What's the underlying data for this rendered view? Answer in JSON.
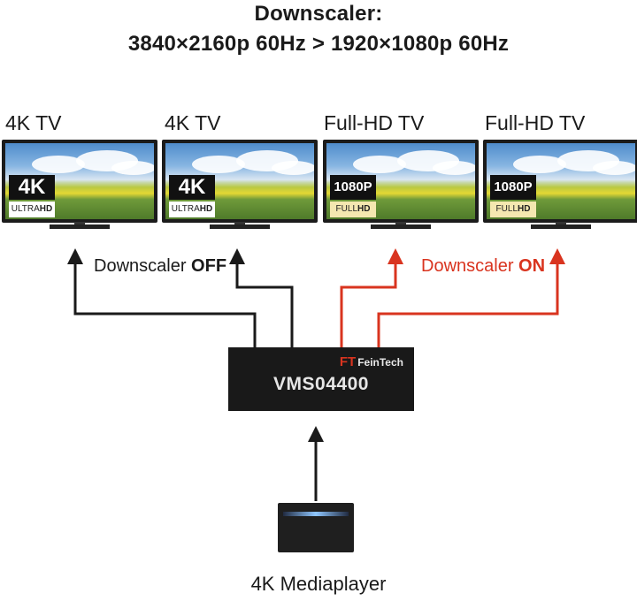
{
  "title": {
    "line1": "Downscaler:",
    "line2": "3840×2160p 60Hz > 1920×1080p 60Hz"
  },
  "tvs": [
    {
      "label": "4K TV",
      "badge_main": "4K",
      "badge_sub": "ULTRAHD",
      "type": "uhd"
    },
    {
      "label": "4K TV",
      "badge_main": "4K",
      "badge_sub": "ULTRAHD",
      "type": "uhd"
    },
    {
      "label": "Full-HD TV",
      "badge_main": "1080P",
      "badge_sub": "FULLHD",
      "type": "fhd"
    },
    {
      "label": "Full-HD TV",
      "badge_main": "1080P",
      "badge_sub": "FULLHD",
      "type": "fhd"
    }
  ],
  "downscaler_off": {
    "prefix": "Downscaler ",
    "state": "OFF"
  },
  "downscaler_on": {
    "prefix": "Downscaler ",
    "state": "ON"
  },
  "device": {
    "brand_mark": "FT",
    "brand": "FeinTech",
    "model": "VMS04400"
  },
  "source": {
    "label": "4K Mediaplayer"
  },
  "colors": {
    "on_arrow": "#d9341f",
    "off_arrow": "#1a1a1a",
    "device": "#191919"
  }
}
